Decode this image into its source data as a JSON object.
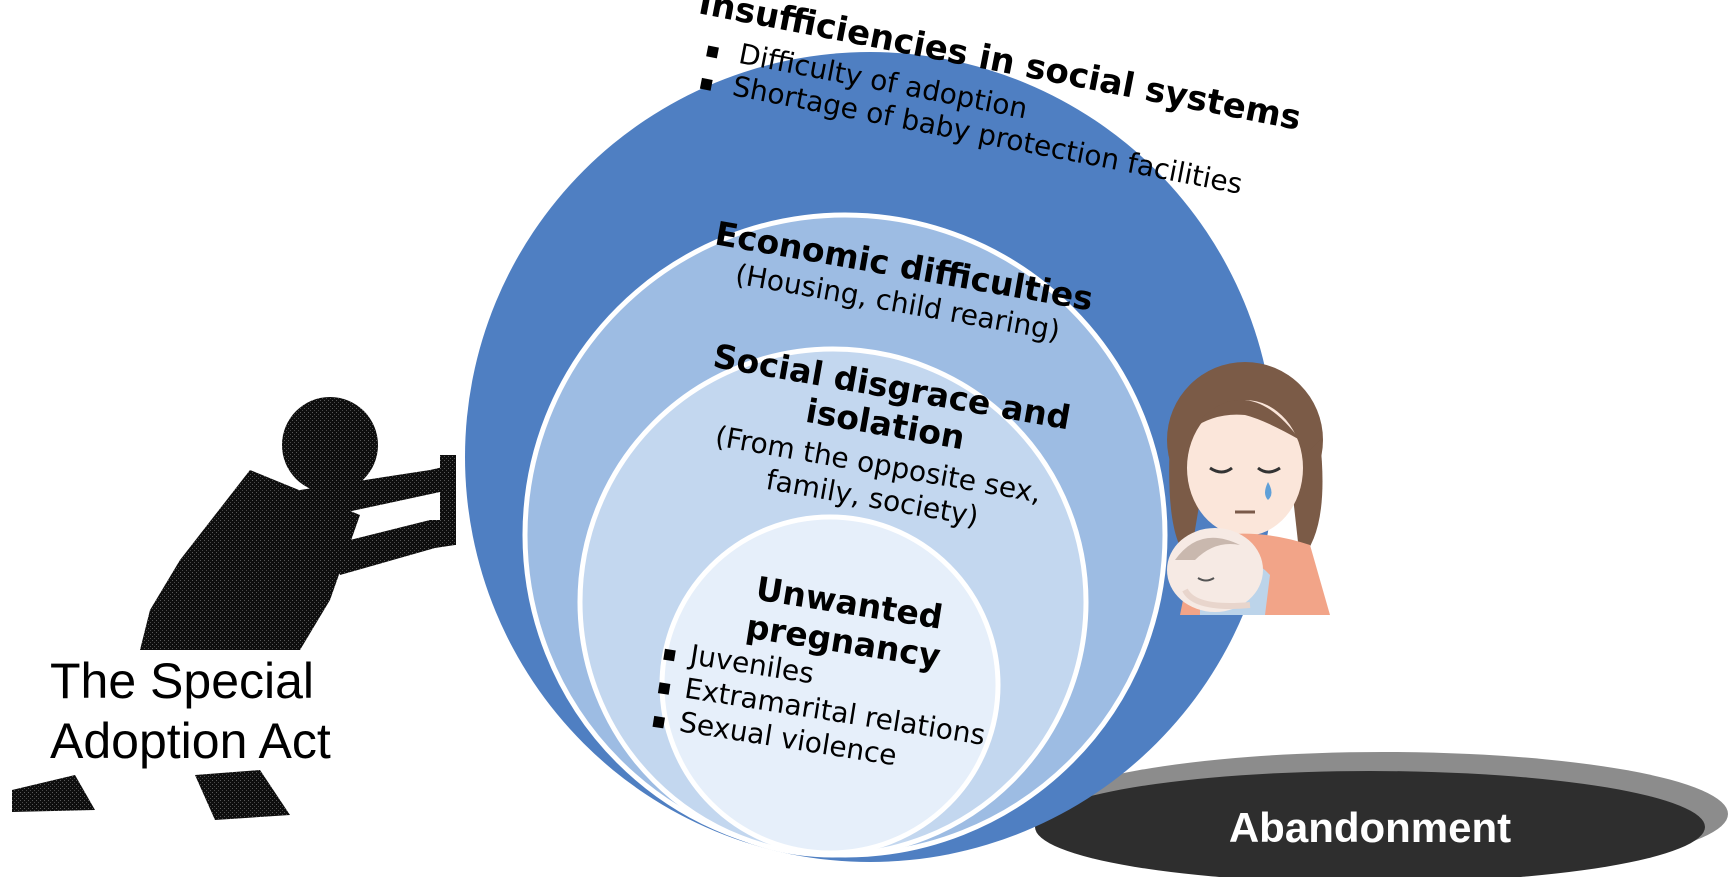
{
  "colors": {
    "outer_circle": "#4f7fc2",
    "ring_2": "#9dbce3",
    "ring_3": "#c3d7ef",
    "ring_4": "#e6effa",
    "abandon_dark": "#2e2e2e",
    "abandon_rim": "#8c8c8c"
  },
  "figure": {
    "pusher_icon": "silhouette-person-pushing",
    "mother_icon": "crying-mother-holding-baby"
  },
  "outer": {
    "title": "Insufficiencies in social systems",
    "bullets": [
      "Difficulty of adoption",
      "Shortage of baby protection facilities"
    ]
  },
  "economic": {
    "title": "Economic difficulties",
    "subtitle": "(Housing, child rearing)"
  },
  "social": {
    "title_line1": "Social disgrace and",
    "title_line2": "isolation",
    "subtitle_line1": "(From the opposite sex,",
    "subtitle_line2": "family, society)"
  },
  "unwanted": {
    "title_line1": "Unwanted",
    "title_line2": "pregnancy",
    "bullets": [
      "Juveniles",
      "Extramarital relations",
      "Sexual violence"
    ]
  },
  "act_label": {
    "line1": "The Special",
    "line2": "Adoption Act"
  },
  "abandonment": {
    "label": "Abandonment"
  },
  "bullet_symbol": "▪"
}
